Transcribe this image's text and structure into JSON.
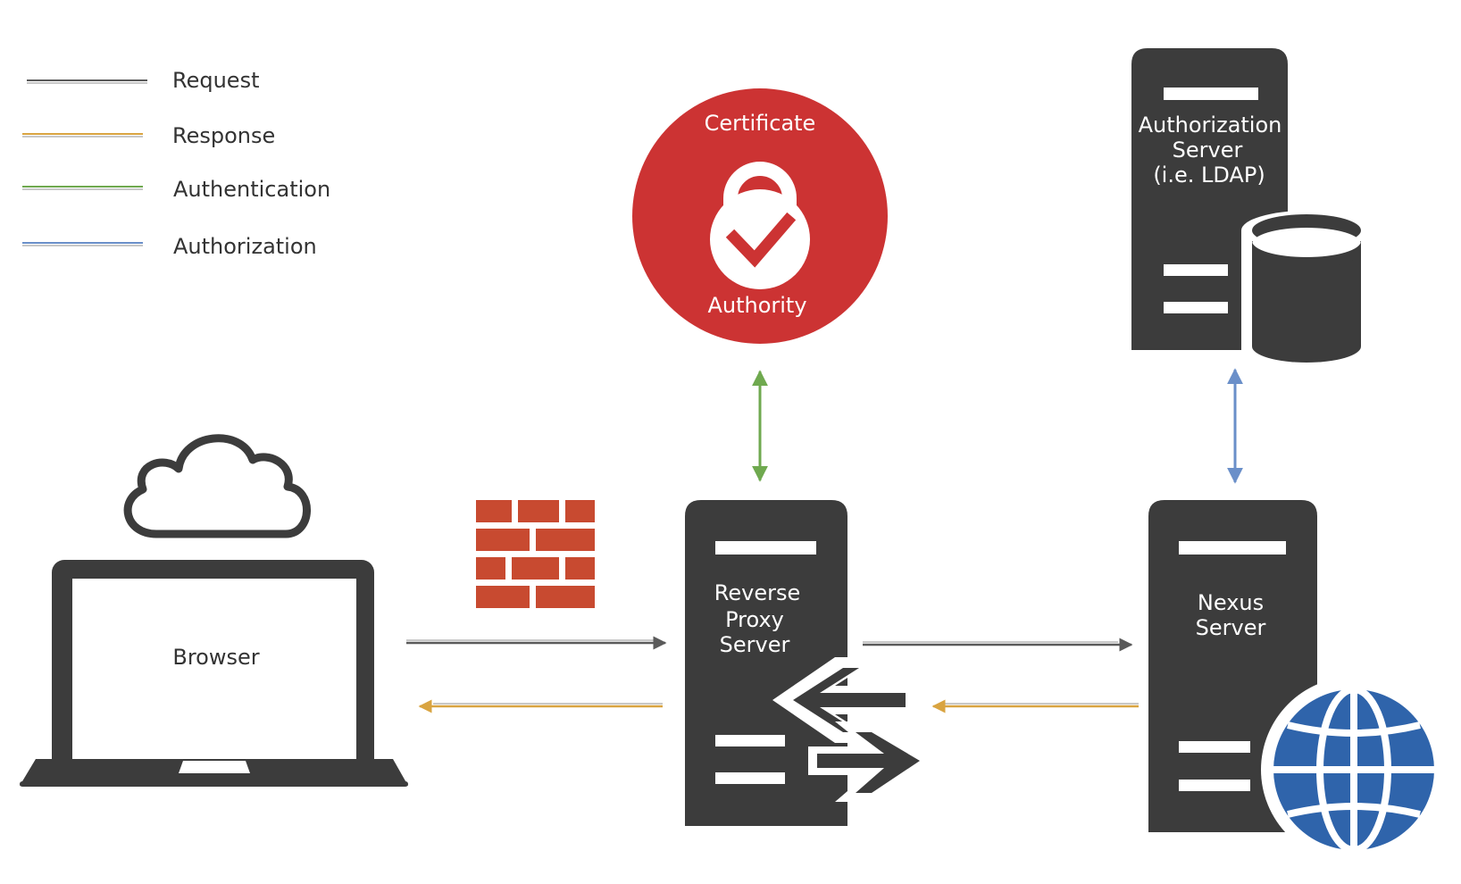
{
  "legend": {
    "items": [
      {
        "label": "Request",
        "color": "#5a5a5a"
      },
      {
        "label": "Response",
        "color": "#d9a441"
      },
      {
        "label": "Authentication",
        "color": "#6fa94f"
      },
      {
        "label": "Authorization",
        "color": "#6a8fc9"
      }
    ]
  },
  "nodes": {
    "certificate_authority": {
      "line1": "Certificate",
      "line2": "Authority",
      "color": "#cc3333",
      "icon": "padlock-check-icon"
    },
    "authorization_server": {
      "line1": "Authorization",
      "line2": "Server",
      "line3": "(i.e. LDAP)",
      "icon": "database-icon"
    },
    "browser": {
      "label": "Browser",
      "icon": "cloud-icon"
    },
    "reverse_proxy": {
      "line1": "Reverse",
      "line2": "Proxy",
      "line3": "Server",
      "icon": "swap-arrows-icon"
    },
    "nexus_server": {
      "line1": "Nexus",
      "line2": "Server",
      "icon": "globe-icon"
    },
    "firewall": {
      "icon": "brick-wall-icon",
      "color": "#c84a30"
    }
  },
  "colors": {
    "server": "#3c3c3c",
    "request": "#5a5a5a",
    "response": "#d9a441",
    "authentication": "#6fa94f",
    "authorization": "#6a8fc9",
    "globe": "#2f64ab"
  }
}
